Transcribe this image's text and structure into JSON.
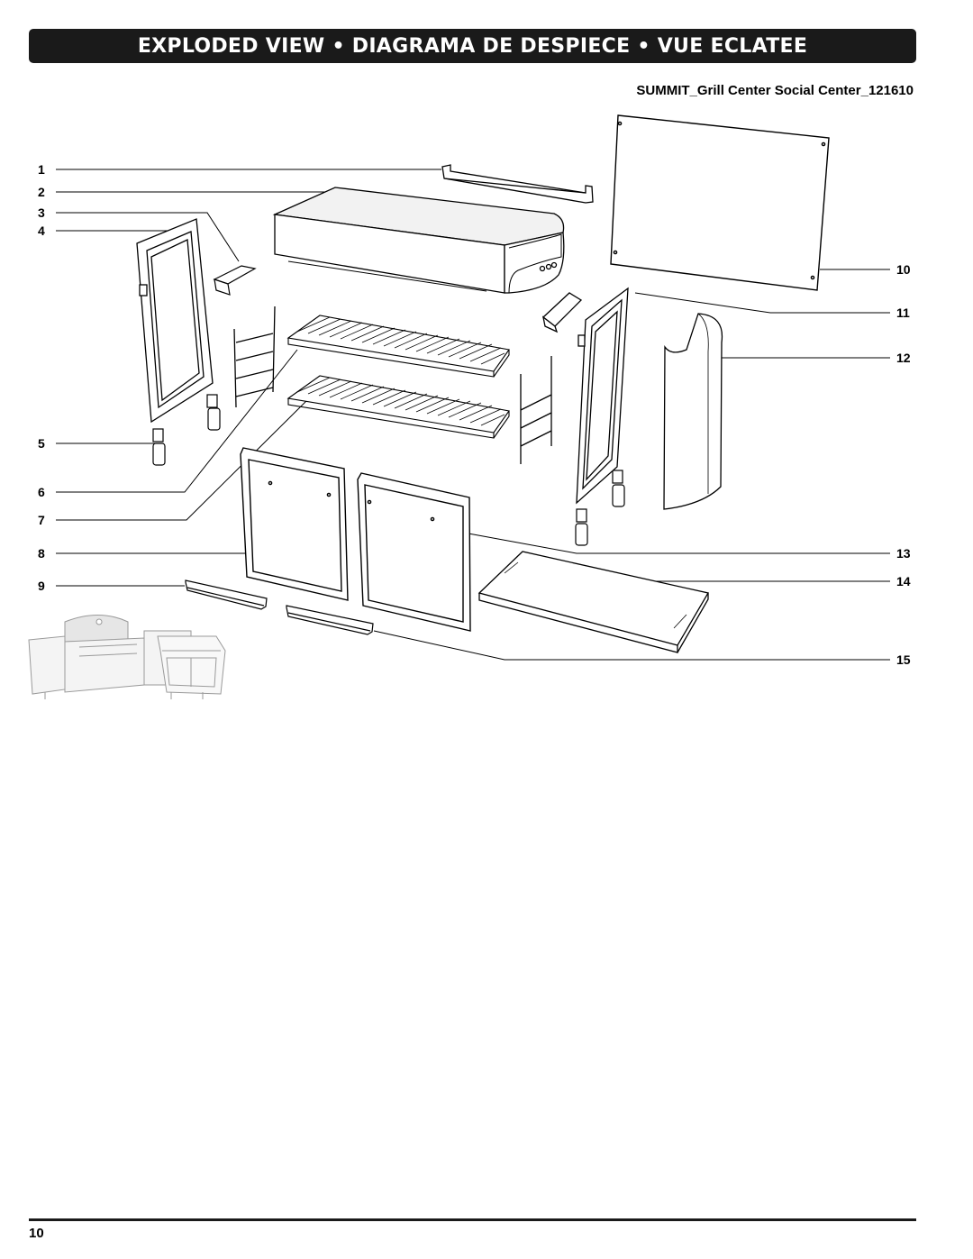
{
  "header": {
    "banner_title": "EXPLODED VIEW • DIAGRAMA DE DESPIECE • VUE ECLATEE",
    "model_name": "SUMMIT_Grill Center Social Center_121610"
  },
  "callouts": {
    "c1": "1",
    "c2": "2",
    "c3": "3",
    "c4": "4",
    "c5": "5",
    "c6": "6",
    "c7": "7",
    "c8": "8",
    "c9": "9",
    "c10": "10",
    "c11": "11",
    "c12": "12",
    "c13": "13",
    "c14": "14",
    "c15": "15"
  },
  "footer": {
    "page_number": "10"
  }
}
